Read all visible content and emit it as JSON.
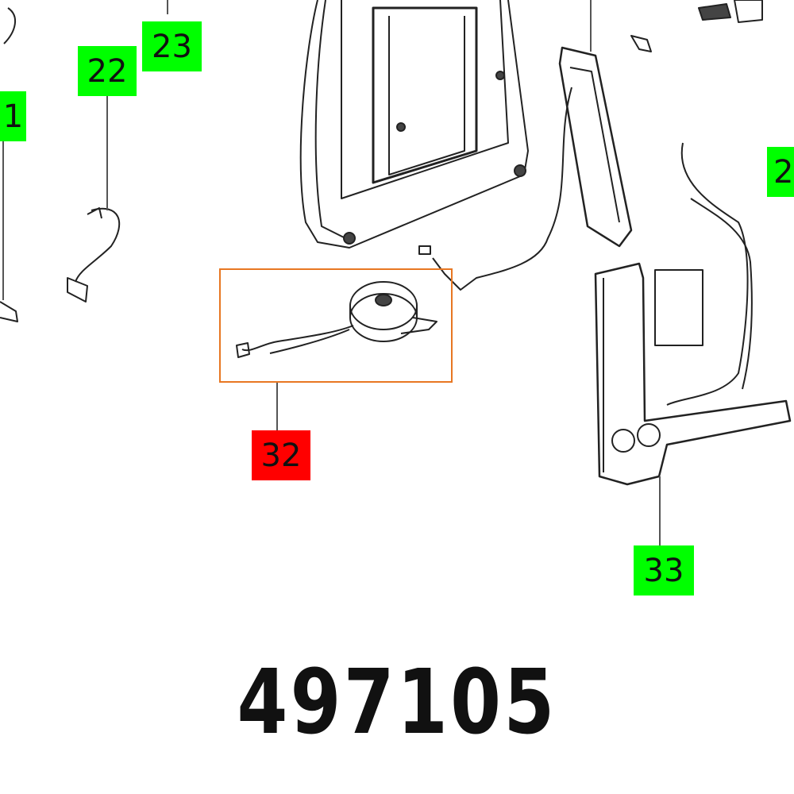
{
  "diagram": {
    "part_number": "497105",
    "highlight_color": "#e87722",
    "callouts": [
      {
        "label": "23",
        "color": "#00ff00"
      },
      {
        "label": "22",
        "color": "#00ff00"
      },
      {
        "label": "1",
        "color": "#00ff00"
      },
      {
        "label": "2",
        "color": "#00ff00"
      },
      {
        "label": "32",
        "color": "#ff0000",
        "selected": true
      },
      {
        "label": "33",
        "color": "#00ff00"
      }
    ]
  }
}
